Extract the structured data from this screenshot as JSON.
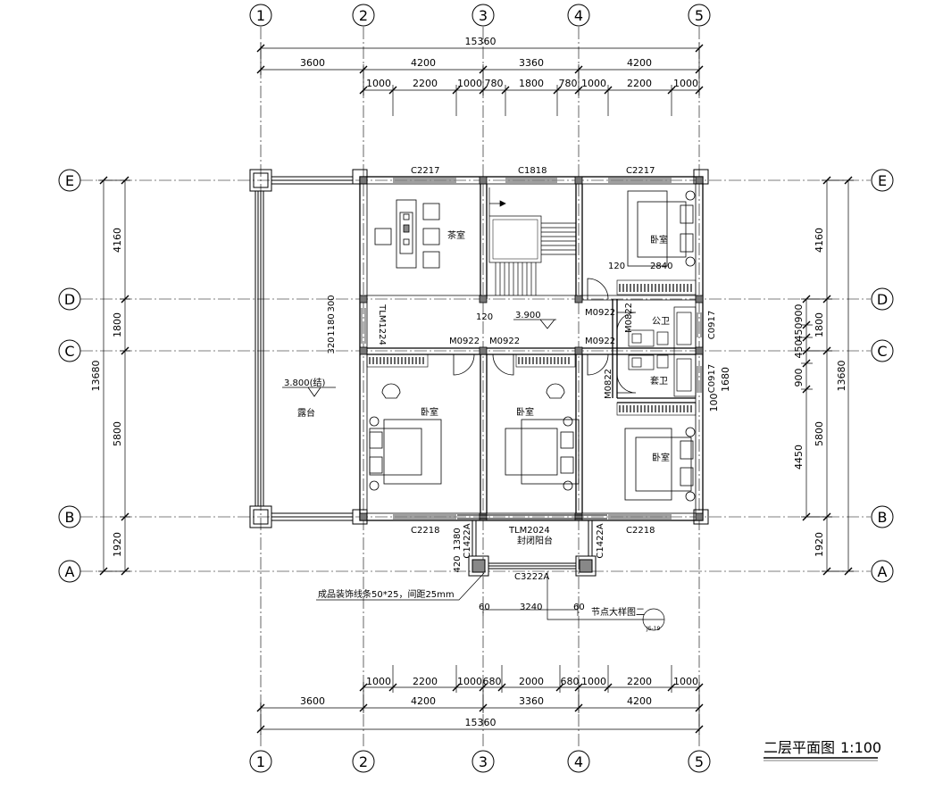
{
  "title": "二层平面图",
  "scale": "1:100",
  "axes": {
    "vertical": [
      "1",
      "2",
      "3",
      "4",
      "5"
    ],
    "horizontal": [
      "E",
      "D",
      "C",
      "B",
      "A"
    ]
  },
  "dims_top": {
    "total": "15360",
    "main": [
      "3600",
      "4200",
      "3360",
      "4200"
    ],
    "detail": [
      "1000",
      "2200",
      "1000",
      "780",
      "1800",
      "780",
      "1000",
      "2200",
      "1000"
    ]
  },
  "dims_bottom": {
    "total": "15360",
    "main": [
      "3600",
      "4200",
      "3360",
      "4200"
    ],
    "detail": [
      "1000",
      "2200",
      "1000",
      "680",
      "2000",
      "680",
      "1000",
      "2200",
      "1000"
    ]
  },
  "dims_left": {
    "total": "13680",
    "main": [
      "4160",
      "1800",
      "5800",
      "1920"
    ]
  },
  "dims_right": {
    "total": "13680",
    "main": [
      "4160",
      "1800",
      "5800",
      "1920"
    ],
    "detail": [
      "900",
      "450",
      "450",
      "900",
      "4450",
      "1680",
      "100"
    ]
  },
  "rooms": {
    "tea": "茶室",
    "bed_ne": "卧室",
    "bed_sw": "卧室",
    "bed_s": "卧室",
    "bed_se": "卧室",
    "public_wc": "公卫",
    "suite_wc": "套卫",
    "terrace": "露台",
    "balcony": "封闭阳台"
  },
  "openings": {
    "c2217_left": "C2217",
    "c1818": "C1818",
    "c2217_right": "C2217",
    "c2218_left": "C2218",
    "c2218_right": "C2218",
    "tlm2024": "TLM2024",
    "tlm1224": "TLM1224",
    "m0922_a": "M0922",
    "m0922_b": "M0922",
    "m0922_c": "M0922",
    "m0922_d": "M0922",
    "m0822_a": "M0822",
    "m0822_b": "M0822",
    "c0917_a": "C0917",
    "c0917_b": "C0917",
    "c1422a_l": "C1422A",
    "c1422a_r": "C1422A",
    "c3222a": "C3222A"
  },
  "misc": {
    "dim_120_a": "120",
    "dim_2840": "2840",
    "dim_120_b": "120",
    "dim_300": "300",
    "dim_1180": "1180",
    "dim_320": "320",
    "level_stair": "3.900",
    "level_terrace": "3.800(结)",
    "dim_1380": "1380",
    "dim_420": "420",
    "dim_60_l": "60",
    "dim_3240": "3240",
    "dim_60_r": "60",
    "note_trim": "成品装饰线条50*25，间距25mm",
    "note_detail": "节点大样图二",
    "detail_ref": "JS-19"
  }
}
